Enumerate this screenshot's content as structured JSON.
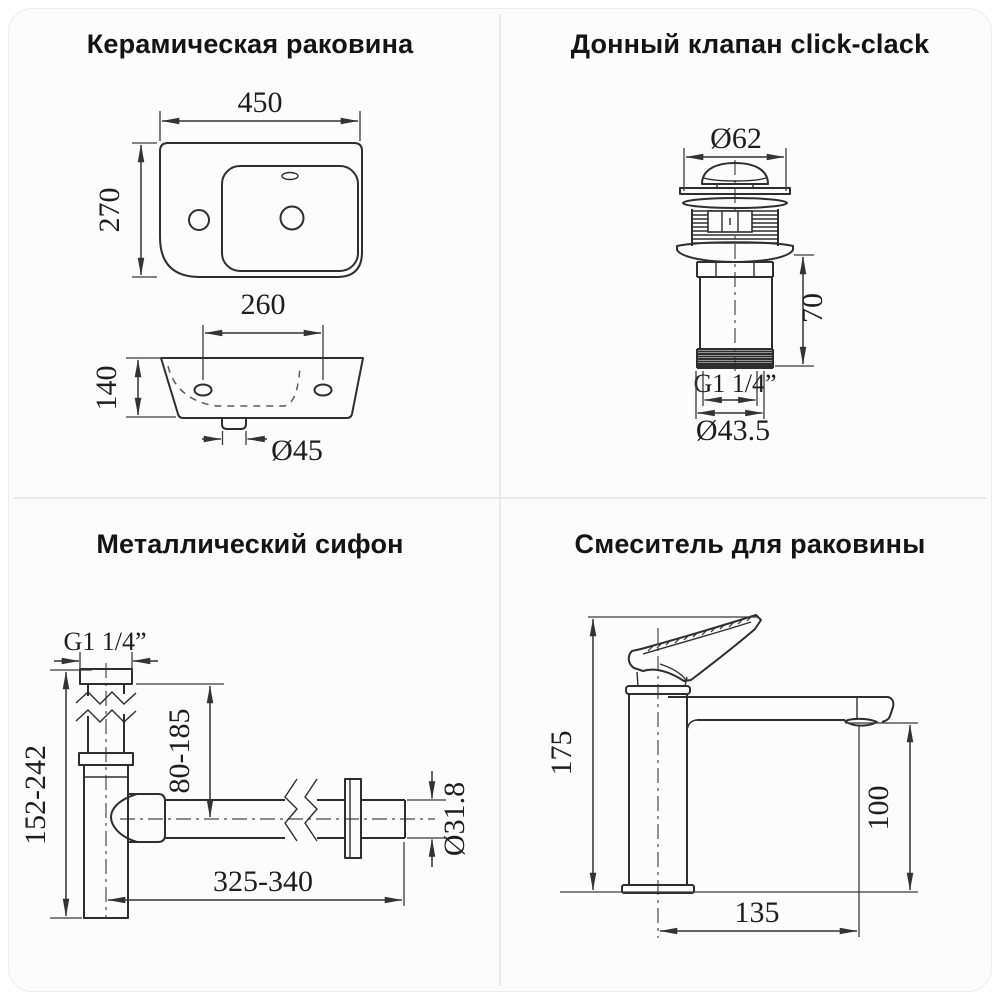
{
  "colors": {
    "line": "#2e2e2e",
    "dimension": "#333333",
    "divider": "#e9e9e9",
    "card_border": "#ececec",
    "card_background": "#fcfcfc"
  },
  "panels": {
    "sink": {
      "title": "Керамическая раковина",
      "dims": {
        "width": "450",
        "depth": "270",
        "hole_spacing": "260",
        "height": "140",
        "drain": "Ø45"
      }
    },
    "valve": {
      "title": "Донный клапан click-clack",
      "dims": {
        "cap_diameter": "Ø62",
        "height": "70",
        "thread": "G1 1/4”",
        "thread_diameter": "Ø43.5"
      }
    },
    "siphon": {
      "title": "Металлический сифон",
      "dims": {
        "thread": "G1 1/4”",
        "total_height": "152-242",
        "inlet_height": "80-185",
        "length": "325-340",
        "pipe_diameter": "Ø31.8"
      }
    },
    "faucet": {
      "title": "Смеситель для раковины",
      "dims": {
        "height": "175",
        "spout_height": "100",
        "spout_reach": "135"
      }
    }
  }
}
